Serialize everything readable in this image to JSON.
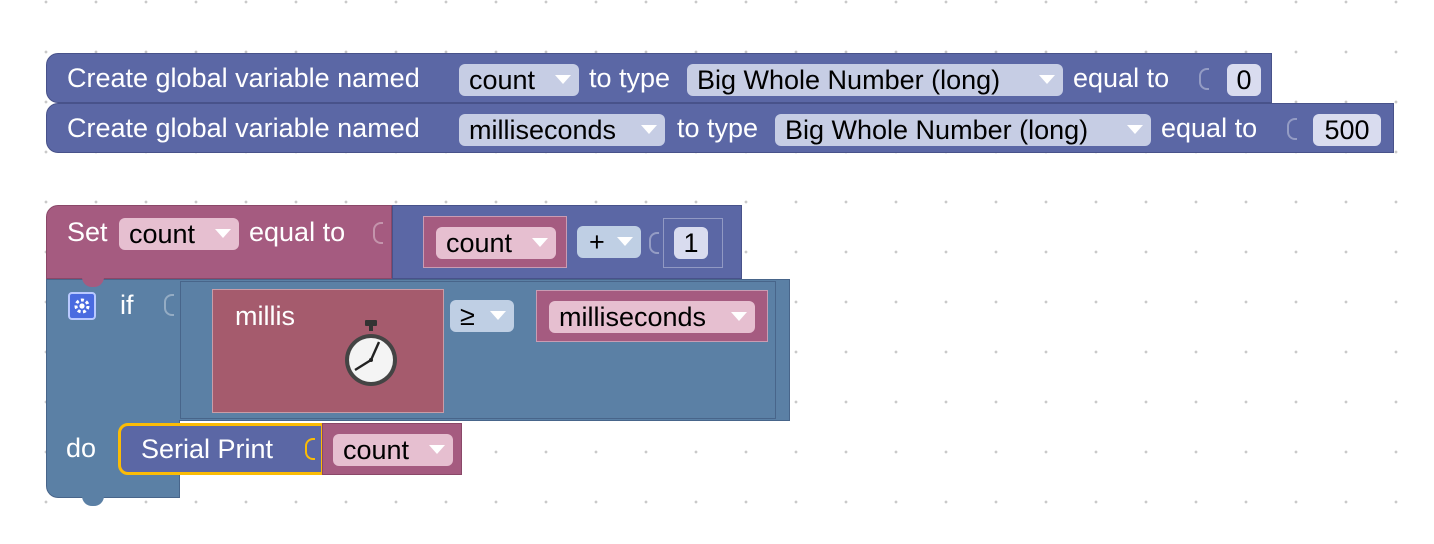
{
  "globals": [
    {
      "create_label": "Create global variable named",
      "var_name": "count",
      "to_type_label": "to type",
      "type_value": "Big Whole Number (long)",
      "equal_to_label": "equal to",
      "value": "0"
    },
    {
      "create_label": "Create global variable named",
      "var_name": "milliseconds",
      "to_type_label": "to type",
      "type_value": "Big Whole Number (long)",
      "equal_to_label": "equal to",
      "value": "500"
    }
  ],
  "set_block": {
    "set_label": "Set",
    "var_name": "count",
    "equal_to_label": "equal to",
    "expr_var": "count",
    "operator": "+",
    "operand": "1"
  },
  "if_block": {
    "if_label": "if",
    "millis_label": "millis",
    "comparator": "≥",
    "compare_var": "milliseconds",
    "do_label": "do"
  },
  "serial_block": {
    "label": "Serial Print",
    "var_name": "count"
  },
  "colors": {
    "variable_block": "#5b67a5",
    "set_block": "#a55b80",
    "math_block": "#5b67a5",
    "control_block": "#5b80a5",
    "time_block": "#a55b6d",
    "selection_highlight": "#fbbc05"
  },
  "icons": {
    "gear": "gear-icon",
    "stopwatch": "stopwatch-icon"
  }
}
